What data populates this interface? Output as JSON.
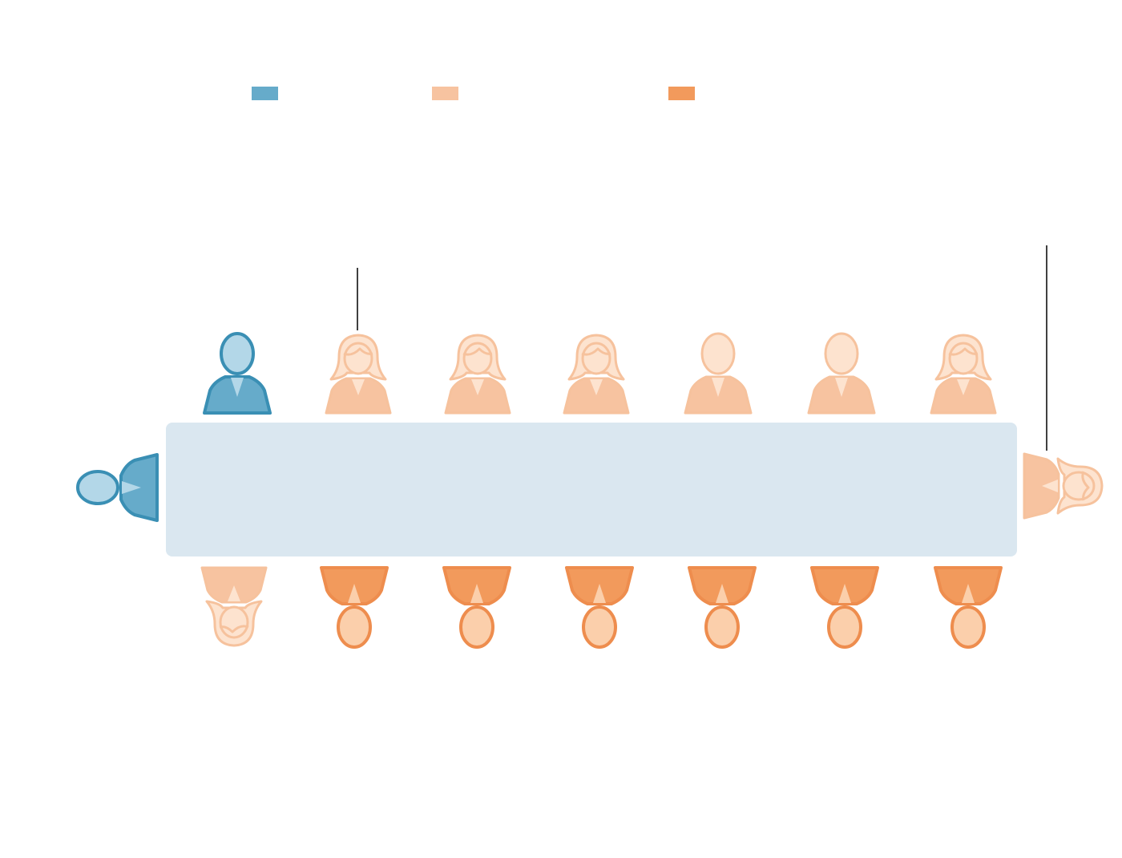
{
  "colors": {
    "background": "#ffffff",
    "table": "#dae7f0",
    "blue_dark": "#3a8fb4",
    "blue_fill": "#66abca",
    "blue_light": "#b3d7e8",
    "peach_outline": "#f6c29d",
    "peach_fill": "#f7c3a0",
    "peach_light": "#fde3cf",
    "orange_outline": "#ee8d4e",
    "orange_fill": "#f29a5c",
    "orange_light": "#fbcfab",
    "callout_line": "#000000"
  },
  "legend": [
    {
      "label": "",
      "color": "#66abca"
    },
    {
      "label": "",
      "color": "#f7c3a0"
    },
    {
      "label": "",
      "color": "#f29a5c"
    }
  ],
  "seating": {
    "top_row": [
      {
        "figure": "man-icon",
        "group": "blue"
      },
      {
        "figure": "woman-icon",
        "group": "peach"
      },
      {
        "figure": "woman-icon",
        "group": "peach"
      },
      {
        "figure": "woman-icon",
        "group": "peach"
      },
      {
        "figure": "man-icon",
        "group": "peach"
      },
      {
        "figure": "man-icon",
        "group": "peach"
      },
      {
        "figure": "woman-icon",
        "group": "peach"
      }
    ],
    "bottom_row": [
      {
        "figure": "woman-icon",
        "group": "peach"
      },
      {
        "figure": "man-icon",
        "group": "orange"
      },
      {
        "figure": "man-icon",
        "group": "orange"
      },
      {
        "figure": "man-icon",
        "group": "orange"
      },
      {
        "figure": "man-icon",
        "group": "orange"
      },
      {
        "figure": "man-icon",
        "group": "orange"
      },
      {
        "figure": "man-icon",
        "group": "orange"
      }
    ],
    "left_end": {
      "figure": "man-icon",
      "group": "blue"
    },
    "right_end": {
      "figure": "woman-icon",
      "group": "peach"
    }
  }
}
